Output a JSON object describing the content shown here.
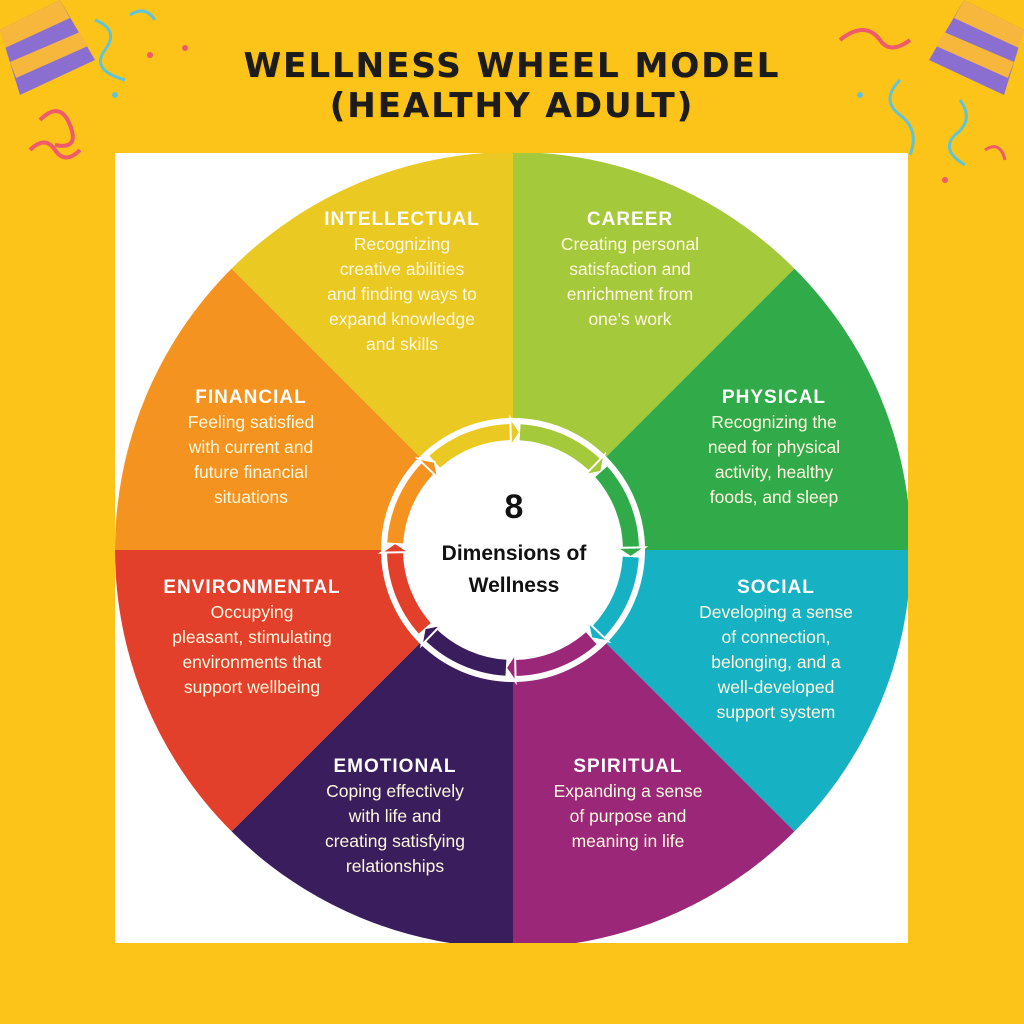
{
  "title_line1": "WELLNESS WHEEL MODEL",
  "title_line2": "(HEALTHY ADULT)",
  "center": {
    "number": "8",
    "label_line1": "Dimensions of",
    "label_line2": "Wellness"
  },
  "dimensions": [
    {
      "title": "INTELLECTUAL",
      "description": [
        "Recognizing",
        "creative abilities",
        "and finding ways to",
        "expand knowledge",
        "and skills"
      ],
      "color": "#e9c922"
    },
    {
      "title": "CAREER",
      "description": [
        "Creating personal",
        "satisfaction and",
        "enrichment from",
        "one's work"
      ],
      "color": "#a4c93a"
    },
    {
      "title": "PHYSICAL",
      "description": [
        "Recognizing the",
        "need for physical",
        "activity, healthy",
        "foods, and sleep"
      ],
      "color": "#31ab4a"
    },
    {
      "title": "SOCIAL",
      "description": [
        "Developing a sense",
        "of connection,",
        "belonging, and a",
        "well-developed",
        "support system"
      ],
      "color": "#16b2c3"
    },
    {
      "title": "SPIRITUAL",
      "description": [
        "Expanding a sense",
        "of purpose and",
        "meaning in life"
      ],
      "color": "#9b2778"
    },
    {
      "title": "EMOTIONAL",
      "description": [
        "Coping effectively",
        "with life and",
        "creating satisfying",
        "relationships"
      ],
      "color": "#3a1d5c"
    },
    {
      "title": "ENVIRONMENTAL",
      "description": [
        "Occupying",
        "pleasant, stimulating",
        "environments that",
        "support wellbeing"
      ],
      "color": "#e2402b"
    },
    {
      "title": "FINANCIAL",
      "description": [
        "Feeling satisfied",
        "with current and",
        "future financial",
        "situations"
      ],
      "color": "#f4931f"
    }
  ],
  "colors": {
    "background": "#fcc419",
    "panel": "#ffffff",
    "title_text": "#1c1c1c"
  }
}
